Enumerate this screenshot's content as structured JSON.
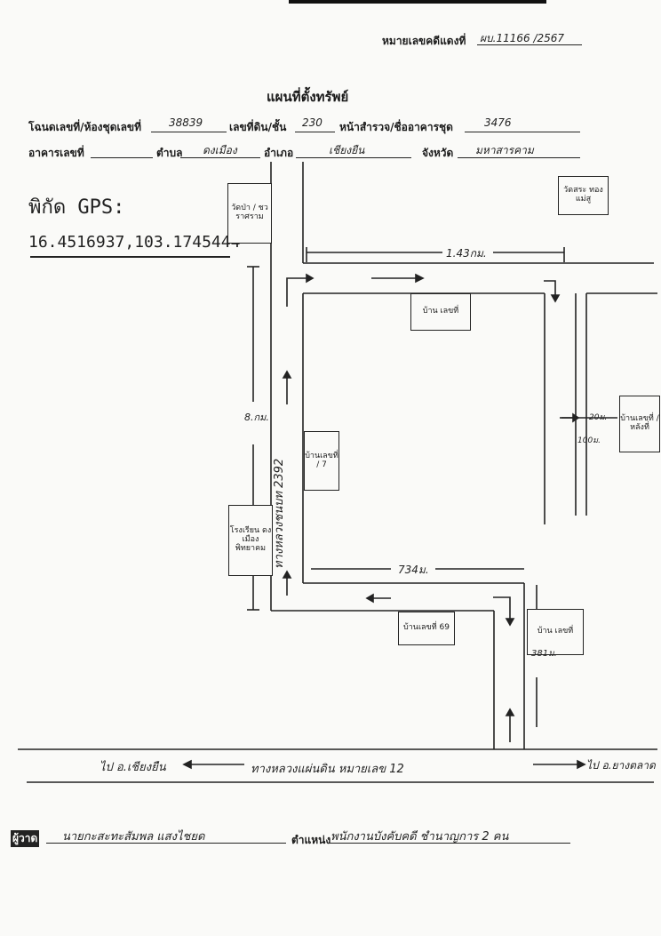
{
  "header": {
    "case_label": "หมายเลขคดีแดงที่",
    "case_value": "ผบ.11166 /2567",
    "title": "แผนที่ตั้งทรัพย์"
  },
  "form": {
    "deed_label": "โฉนดเลขที่/ห้องชุดเลขที่",
    "deed_value": "38839",
    "land_no_label": "เลขที่ดิน/ชั้น",
    "land_no_value": "230",
    "survey_label": "หน้าสำรวจ/ชื่ออาคารชุด",
    "survey_value": "3476",
    "building_label": "อาคารเลขที่",
    "building_value": "",
    "subdistrict_label": "ตำบล",
    "subdistrict_value": "ดงเมือง",
    "district_label": "อำเภอ",
    "district_value": "เชียงยืน",
    "province_label": "จังหวัด",
    "province_value": "มหาสารคาม"
  },
  "gps": {
    "label": "พิกัด GPS:",
    "value": "16.4516937,103.1745444"
  },
  "map": {
    "temple_top_left": "วัดป่า / ชวราศราม",
    "temple_top_right": "วัดสระ ทองแม่สู",
    "house_a": "บ้าน เลขที่",
    "house_b": "บ้านเลขที่ / 7",
    "temple_mid": "บ้านเลขที่ / หลังที่",
    "school": "โรงเรียน ดงเมืองพิทยาคม",
    "house_c": "บ้านเลขที่ 69",
    "road_main_vertical": "ทางหลวงชนบท 2392",
    "road_bottom": "ทางหลวงแผ่นดิน หมายเลข 12",
    "dist_top": "1.43กม.",
    "dist_vertical": "8.กม.",
    "dist_middle": "734ม.",
    "dist_right": "381ม.",
    "dist_small_a": "20ม.",
    "dist_small_b": "100ม.",
    "to_left": "ไป อ.เชียงยืน",
    "to_right": "ไป อ.ยางตลาด"
  },
  "footer": {
    "drawer_label": "ผู้วาด",
    "drawer_value": "นายกะสะทะสัมพล แสงไชยด",
    "position_label": "ตำแหน่ง",
    "position_value": "พนักงานบังคับคดี ชำนาญการ 2 คน"
  }
}
